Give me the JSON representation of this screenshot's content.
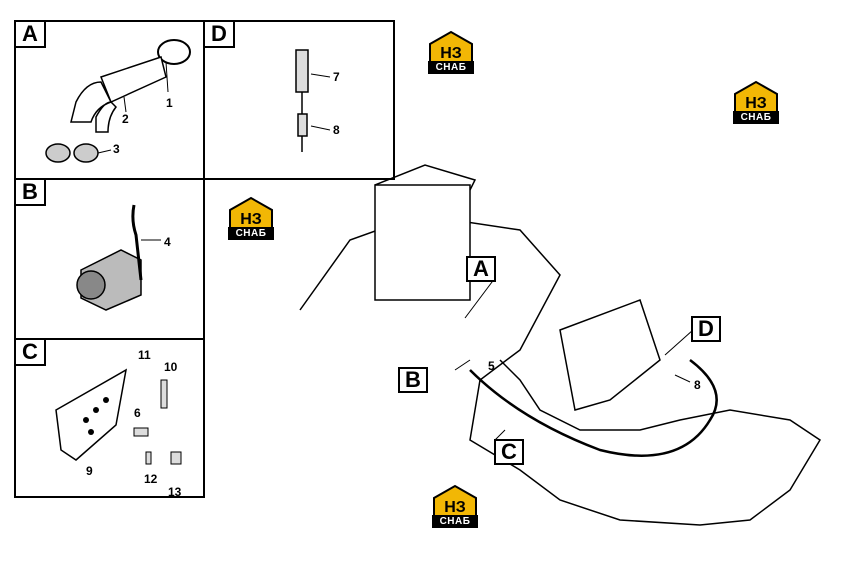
{
  "panels": {
    "a": {
      "tag": "A",
      "parts": [
        "1",
        "2",
        "3"
      ]
    },
    "b": {
      "tag": "B",
      "parts": [
        "4"
      ]
    },
    "c": {
      "tag": "C",
      "parts": [
        "11",
        "10",
        "6",
        "9",
        "12",
        "13"
      ]
    },
    "d": {
      "tag": "D",
      "parts": [
        "7",
        "8"
      ]
    }
  },
  "callouts": {
    "a": "A",
    "b": "B",
    "c": "C",
    "d": "D",
    "five": "5",
    "eight": "8"
  },
  "logo": {
    "brand": "СНАБ",
    "mark": "НЗ",
    "accent": "#F2B705"
  }
}
